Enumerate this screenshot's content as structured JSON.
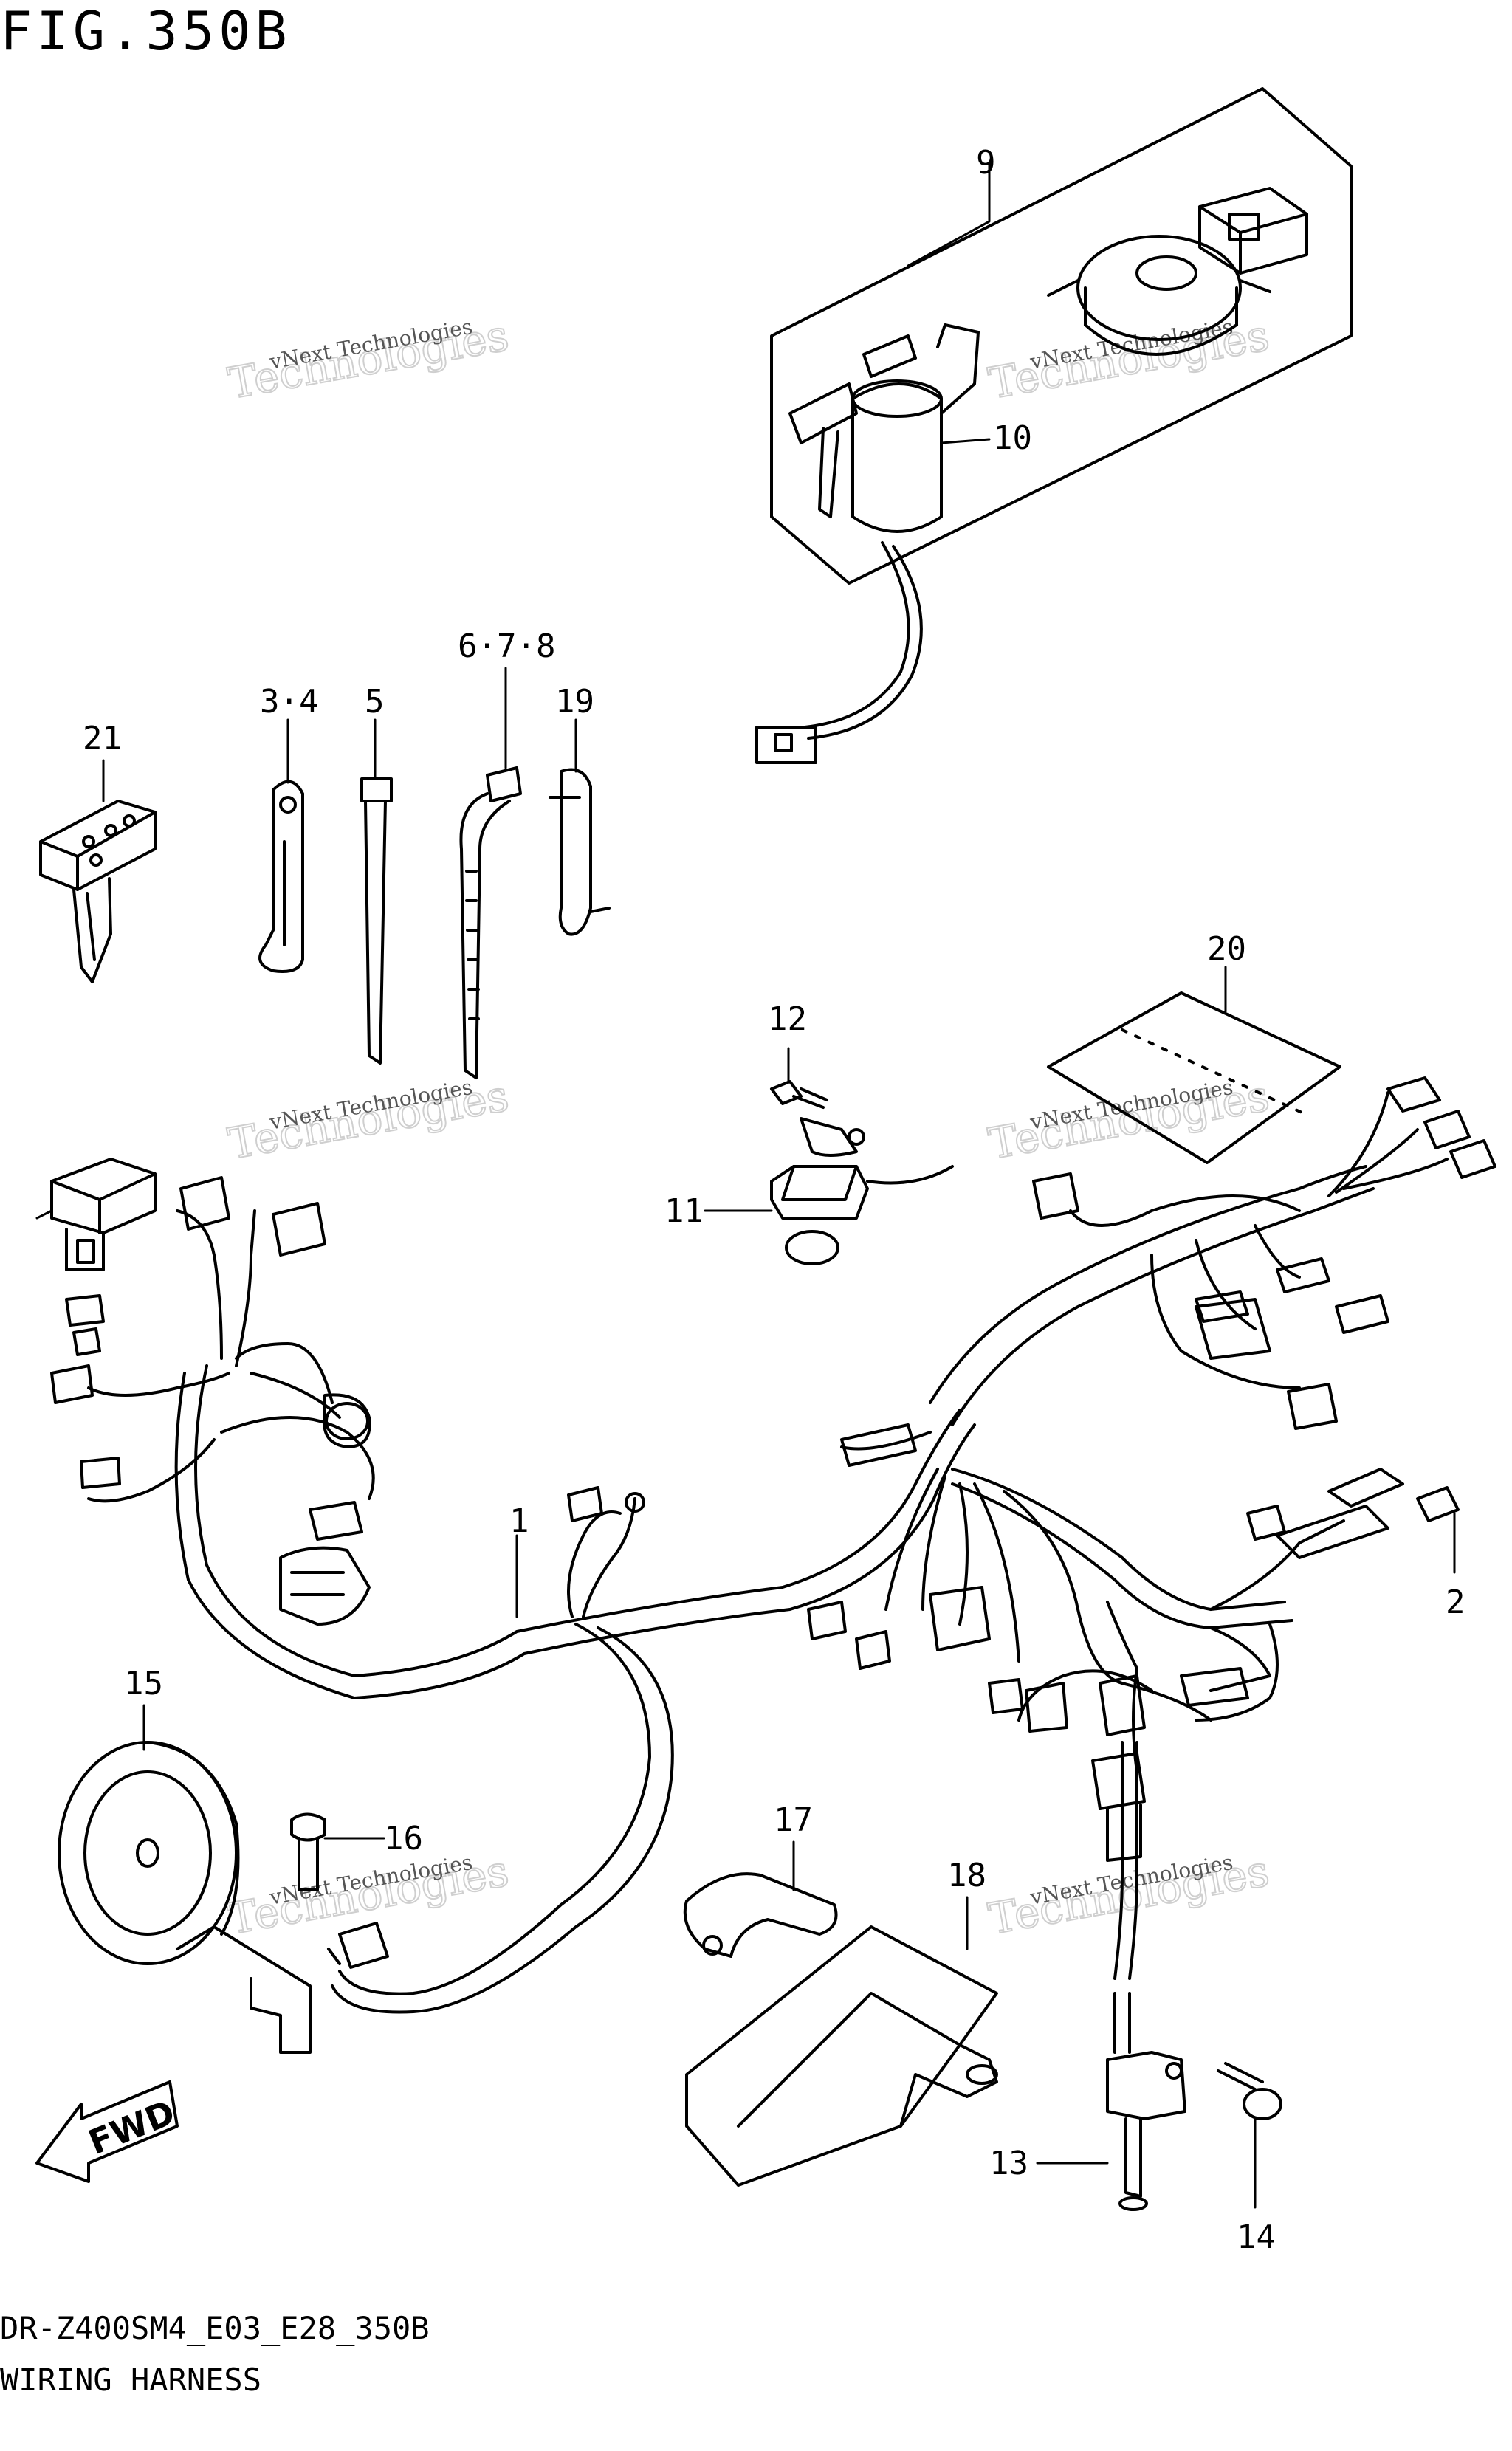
{
  "figure": {
    "title": "FIG.350B",
    "model_code": "DR-Z400SM4_E03_E28_350B",
    "name": "WIRING HARNESS"
  },
  "callouts": [
    {
      "id": "c1",
      "label": "1"
    },
    {
      "id": "c2",
      "label": "2"
    },
    {
      "id": "c34",
      "label": "3·4"
    },
    {
      "id": "c5",
      "label": "5"
    },
    {
      "id": "c678",
      "label": "6·7·8"
    },
    {
      "id": "c9",
      "label": "9"
    },
    {
      "id": "c10",
      "label": "10"
    },
    {
      "id": "c11",
      "label": "11"
    },
    {
      "id": "c12",
      "label": "12"
    },
    {
      "id": "c13",
      "label": "13"
    },
    {
      "id": "c14",
      "label": "14"
    },
    {
      "id": "c15",
      "label": "15"
    },
    {
      "id": "c16",
      "label": "16"
    },
    {
      "id": "c17",
      "label": "17"
    },
    {
      "id": "c18",
      "label": "18"
    },
    {
      "id": "c19",
      "label": "19"
    },
    {
      "id": "c20",
      "label": "20"
    },
    {
      "id": "c21",
      "label": "21"
    }
  ],
  "watermark": {
    "line1": "vNext Technologies",
    "line2": "Technologies"
  },
  "direction_badge": "FWD"
}
